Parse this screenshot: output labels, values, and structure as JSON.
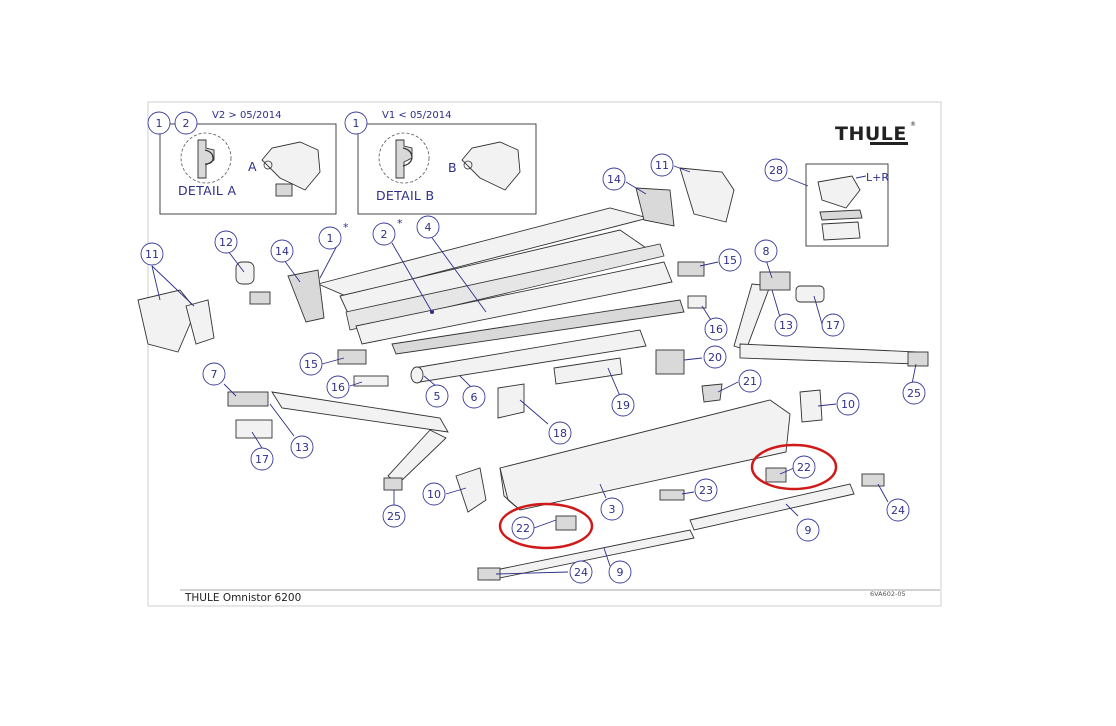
{
  "brand": {
    "logo_text": "THULE"
  },
  "footer": {
    "title": "THULE Omnistor 6200",
    "code": "6VA602-05"
  },
  "variants": [
    {
      "badges": [
        "1",
        "2"
      ],
      "version": "V2 > 05/2014",
      "detail": "DETAIL A",
      "letter": "A"
    },
    {
      "badges": [
        "1"
      ],
      "version": "V1 < 05/2014",
      "detail": "DETAIL B",
      "letter": "B"
    }
  ],
  "inset_28": {
    "label": "L+R"
  },
  "callouts": {
    "c1": "1",
    "c1star": "*",
    "c2": "2",
    "c2star": "*",
    "c4": "4",
    "c3": "3",
    "c5": "5",
    "c6": "6",
    "c7": "7",
    "c8": "8",
    "c9a": "9",
    "c9b": "9",
    "c10a": "10",
    "c10b": "10",
    "c11a": "11",
    "c11b": "11",
    "c12": "12",
    "c13a": "13",
    "c13b": "13",
    "c14a": "14",
    "c14b": "14",
    "c15a": "15",
    "c15b": "15",
    "c16a": "16",
    "c16b": "16",
    "c17a": "17",
    "c17b": "17",
    "c18": "18",
    "c19": "19",
    "c20": "20",
    "c21": "21",
    "c22a": "22",
    "c22b": "22",
    "c23": "23",
    "c24a": "24",
    "c24b": "24",
    "c25a": "25",
    "c25b": "25",
    "c28": "28"
  },
  "highlight_color": "#d01a1a",
  "callout_color": "#2d2f8a"
}
